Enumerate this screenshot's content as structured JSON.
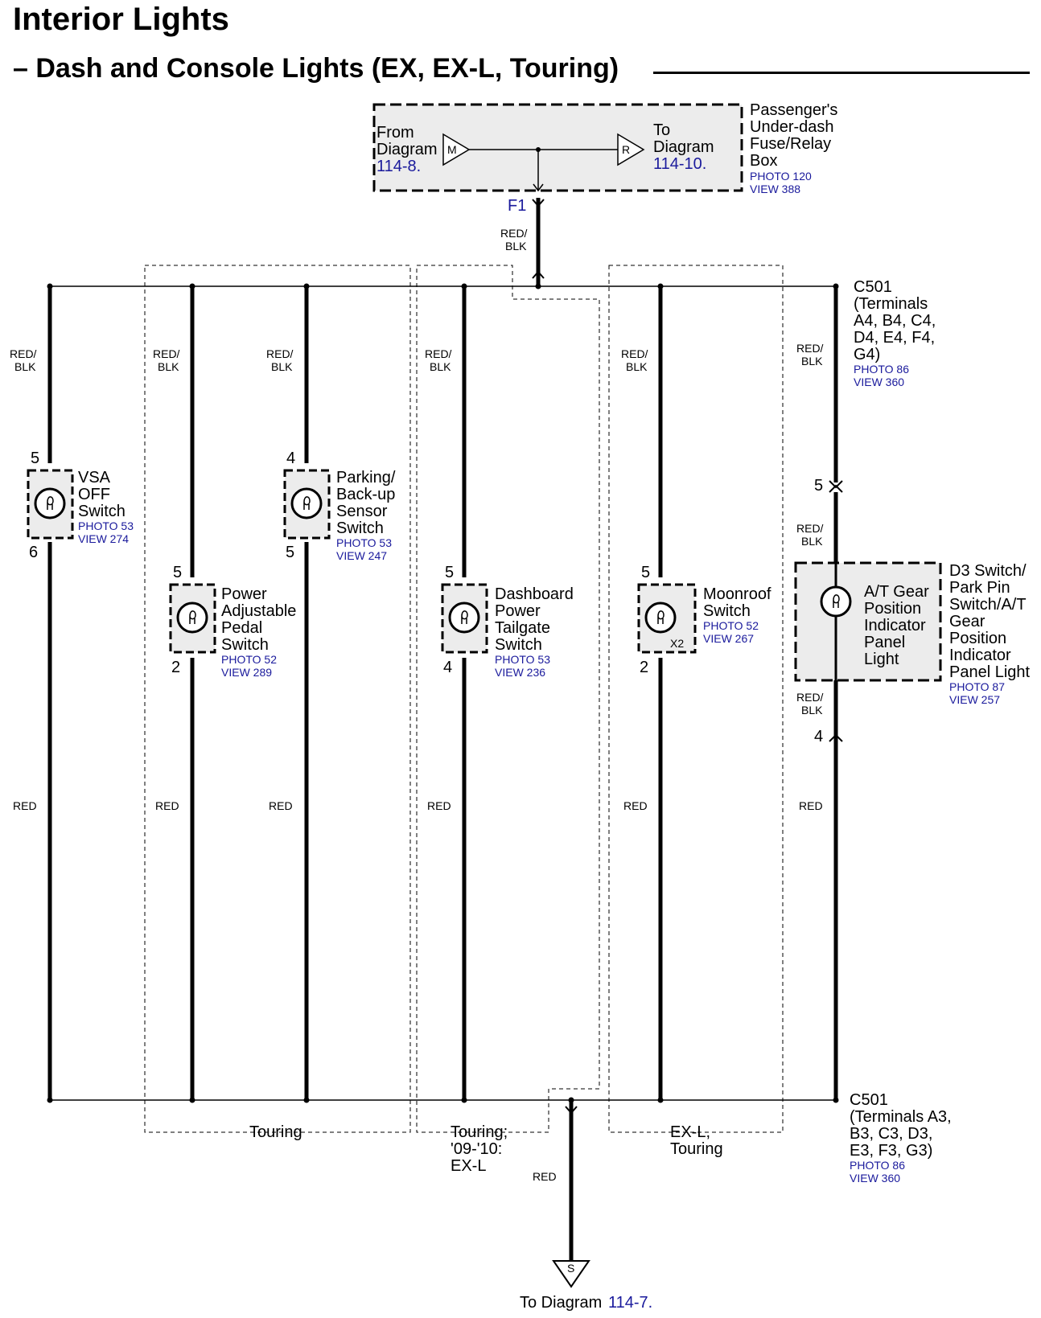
{
  "page": {
    "title": "Interior Lights",
    "subtitle": "– Dash and Console Lights (EX, EX-L, Touring)"
  },
  "colors": {
    "wire": "#000000",
    "reference": "#1a1a9c",
    "box_fill": "#ececec"
  },
  "fuse_box": {
    "from_text": [
      "From",
      "Diagram"
    ],
    "from_ref": "114-8.",
    "to_text": [
      "To",
      "Diagram"
    ],
    "to_ref": "114-10.",
    "m_label": "M",
    "r_label": "R",
    "name": [
      "Passenger's",
      "Under-dash",
      "Fuse/Relay",
      "Box"
    ],
    "photo": "PHOTO 120",
    "view": "VIEW 388",
    "fuse": "F1",
    "wire": [
      "RED/",
      "BLK"
    ]
  },
  "c501_top": {
    "lines": [
      "C501",
      "(Terminals",
      "A4, B4, C4,",
      "D4, E4, F4,",
      "G4)"
    ],
    "photo": "PHOTO 86",
    "view": "VIEW 360"
  },
  "c501_bottom": {
    "lines": [
      "C501",
      "(Terminals A3,",
      "B3, C3, D3,",
      "E3, F3, G3)"
    ],
    "photo": "PHOTO 86",
    "view": "VIEW 360"
  },
  "wire_labels": {
    "red_blk": [
      "RED/",
      "BLK"
    ],
    "red": "RED"
  },
  "components": [
    {
      "name": [
        "VSA",
        "OFF",
        "Switch"
      ],
      "photo": "PHOTO 53",
      "view": "VIEW 274",
      "pin_top": "5",
      "pin_bottom": "6"
    },
    {
      "name": [
        "Power",
        "Adjustable",
        "Pedal",
        "Switch"
      ],
      "photo": "PHOTO 52",
      "view": "VIEW 289",
      "pin_top": "5",
      "pin_bottom": "2"
    },
    {
      "name": [
        "Parking/",
        "Back-up",
        "Sensor",
        "Switch"
      ],
      "photo": "PHOTO 53",
      "view": "VIEW 247",
      "pin_top": "4",
      "pin_bottom": "5"
    },
    {
      "name": [
        "Dashboard",
        "Power",
        "Tailgate",
        "Switch"
      ],
      "photo": "PHOTO 53",
      "view": "VIEW 236",
      "pin_top": "5",
      "pin_bottom": "4"
    },
    {
      "name": [
        "Moonroof",
        "Switch"
      ],
      "photo": "PHOTO 52",
      "view": "VIEW 267",
      "pin_top": "5",
      "pin_bottom": "2",
      "multiplier": "X2"
    },
    {
      "name": [
        "D3 Switch/",
        "Park Pin",
        "Switch/A/T",
        "Gear",
        "Position",
        "Indicator",
        "Panel Light"
      ],
      "photo": "PHOTO 87",
      "view": "VIEW 257",
      "pin_top": "5",
      "pin_bottom": "4",
      "inner": [
        "A/T Gear",
        "Position",
        "Indicator",
        "Panel",
        "Light"
      ]
    }
  ],
  "option_labels": {
    "touring": "Touring",
    "touring_exl": [
      "Touring;",
      "'09-'10:",
      "EX-L"
    ],
    "exl_touring": [
      "EX-L,",
      "Touring"
    ]
  },
  "ground": {
    "symbol": "S",
    "wire": "RED",
    "to_text": "To Diagram",
    "to_ref": "114-7."
  }
}
